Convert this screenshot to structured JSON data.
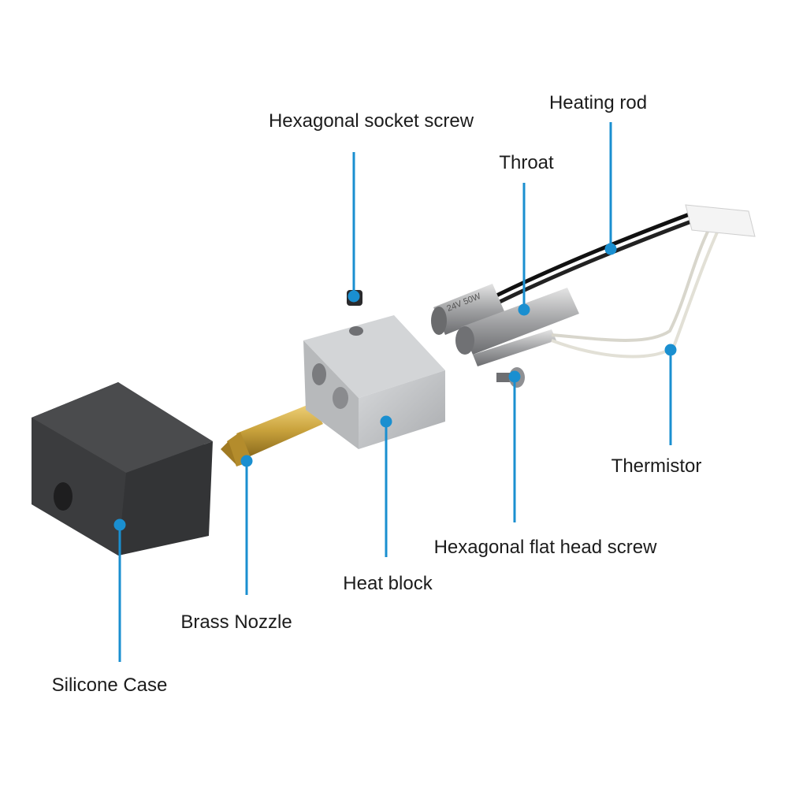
{
  "labels": {
    "hex_socket_screw": "Hexagonal socket screw",
    "heating_rod": "Heating rod",
    "throat": "Throat",
    "thermistor": "Thermistor",
    "hex_flat_head_screw": "Hexagonal flat head screw",
    "heat_block": "Heat block",
    "brass_nozzle": "Brass Nozzle",
    "silicone_case": "Silicone Case"
  },
  "rod_marking": "24V 50W",
  "colors": {
    "leader": "#1a8fd0",
    "brass": "#c9a23c",
    "aluminum": "#c4c6c8",
    "silicone": "#3a3b3d",
    "steel": "#9a9b9d"
  }
}
